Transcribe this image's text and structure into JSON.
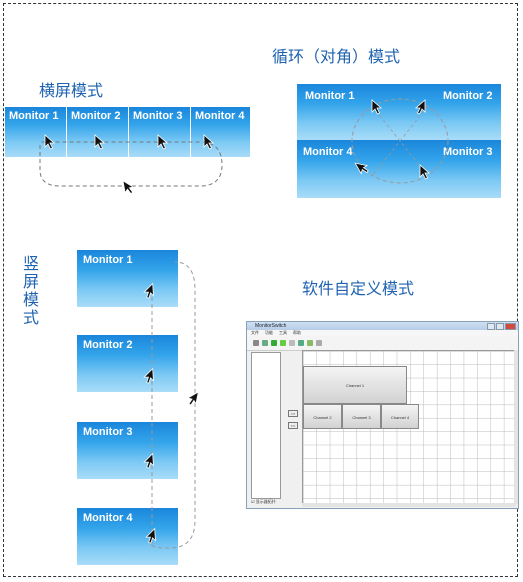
{
  "sections": {
    "horizontal": "横屏模式",
    "cycle": "循环（对角）模式",
    "vertical": [
      "竖",
      "屏",
      "模",
      "式"
    ],
    "software": "软件自定义模式"
  },
  "horizontal_monitors": [
    "Monitor 1",
    "Monitor 2",
    "Monitor 3",
    "Monitor 4"
  ],
  "cycle_monitors": [
    "Monitor 1",
    "Monitor 2",
    "Monitor 4",
    "Monitor 3"
  ],
  "vertical_monitors": [
    "Monitor 1",
    "Monitor 2",
    "Monitor 3",
    "Monitor 4"
  ],
  "software_window": {
    "title": "MonitorSwitch",
    "menu": [
      "文件",
      "功能",
      "工具",
      "帮助"
    ],
    "channels": [
      "Channel 1",
      "Channel 2",
      "Channel 3",
      "Channel 4"
    ],
    "left_buttons": [
      ">>",
      "<<"
    ],
    "checkbox_label": "显示器拓扑"
  },
  "colors": {
    "heading": "#1f63b0",
    "monitor_top": "#1a86dc",
    "monitor_bottom": "#a9dcf8"
  }
}
